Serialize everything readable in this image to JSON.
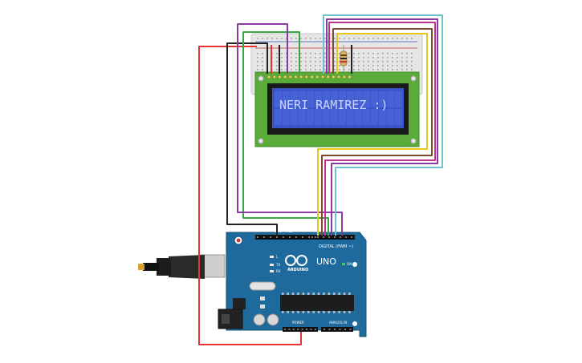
{
  "lcd": {
    "text": "NERI RAMIREZ :)"
  },
  "arduino": {
    "brand_text": "ARDUINO",
    "model_text": "UNO",
    "digital_label": "DIGITAL (PWM ~)",
    "power_label": "POWER",
    "analog_label": "ANALOG IN",
    "on_label": "ON",
    "tx_label": "TX",
    "rx_label": "RX",
    "l_label": "L",
    "aref_label": "AREF",
    "gnd_label": "GND"
  },
  "colors": {
    "board": "#1e6a9c",
    "lcd_screen": "#3a55c8",
    "lcd_text": "#c9d4ff",
    "pcb_green": "#5aab3a",
    "wire_red": "#e53333",
    "wire_black": "#222222",
    "wire_purple": "#8a3aa0",
    "wire_green": "#35a845",
    "wire_cyan": "#6cc3d0",
    "wire_magenta": "#c0338a",
    "wire_yellow": "#e6c51f",
    "wire_brown": "#7b4a2a"
  }
}
